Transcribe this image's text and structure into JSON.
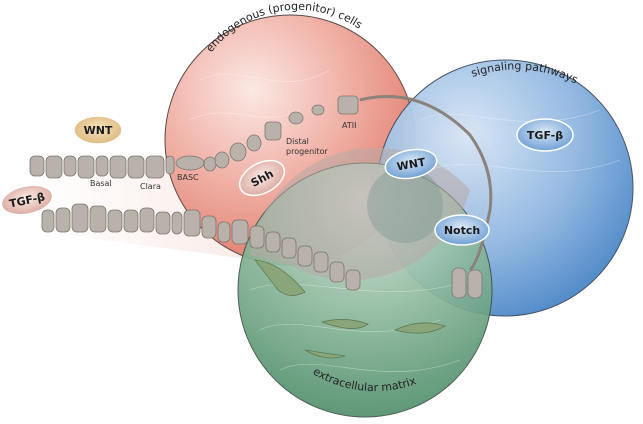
{
  "figure": {
    "circles": [
      {
        "id": "progenitor",
        "label": "endogenous (progenitor) cells",
        "color": "#e9897a"
      },
      {
        "id": "signaling",
        "label": "signaling pathways",
        "color": "#4f8ccc"
      },
      {
        "id": "ecm",
        "label": "extracellular matrix",
        "color": "#4e8a68"
      }
    ],
    "cell_labels": {
      "basal": "Basal",
      "clara": "Clara",
      "basc": "BASC",
      "distal_1": "Distal",
      "distal_2": "progenitor",
      "atii": "ATII"
    },
    "badges": {
      "wnt_top": "WNT",
      "tgf_left": "TGF-β",
      "shh": "Shh",
      "wnt_center": "WNT",
      "tgf_right": "TGF-β",
      "notch": "Notch"
    }
  }
}
